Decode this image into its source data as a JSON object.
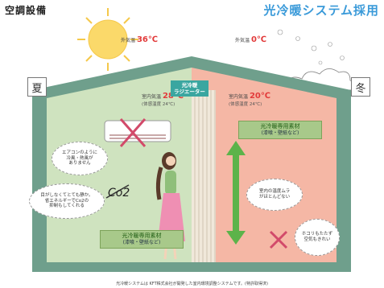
{
  "header": {
    "title": "空調設備",
    "headline": "光冷暖システム採用"
  },
  "seasons": {
    "summer": "夏",
    "winter": "冬"
  },
  "outdoor": {
    "summer_prefix": "外気温",
    "summer_value": "36℃",
    "winter_prefix": "外気温",
    "winter_value": "0℃"
  },
  "indoor": {
    "summer_prefix": "室内気温",
    "summer_value": "28℃",
    "summer_feel": "(体感温度 24℃)",
    "winter_prefix": "室内気温",
    "winter_value": "20℃",
    "winter_feel": "(体感温度 24℃)"
  },
  "radiator": {
    "line1": "光冷暖",
    "line2": "ラジエーター"
  },
  "bubbles": {
    "aircon_l1": "エアコンのように",
    "aircon_l2": "冷風・熱風が",
    "aircon_l3": "ありません",
    "eco_l1": "目がしなくてとても静か。",
    "eco_l2": "省エネルギーでCo2の",
    "eco_l3": "抑制もしてくれる",
    "even_l1": "室内の温度ムラ",
    "even_l2": "がほとんどない",
    "dust_l1": "ホコリもたたず",
    "dust_l2": "空気もきれい"
  },
  "co2": "Co2",
  "materials": {
    "right_title": "光冷暖専用素材",
    "right_sub": "(漆喰・壁紙など)",
    "left_title": "光冷暖専用素材",
    "left_sub": "(漆喰・壁紙など)"
  },
  "footnote": "光冷暖システムは KFT株式会社が開発した室内環境調整システムです。(特許取得済)",
  "colors": {
    "summer_bg": "#cfe3bf",
    "winter_bg": "#f5b7a5",
    "roof": "#6f9f8c",
    "headline": "#3a9ad9",
    "temp_red": "#e23b3b",
    "arrow_green": "#5cb34a"
  }
}
